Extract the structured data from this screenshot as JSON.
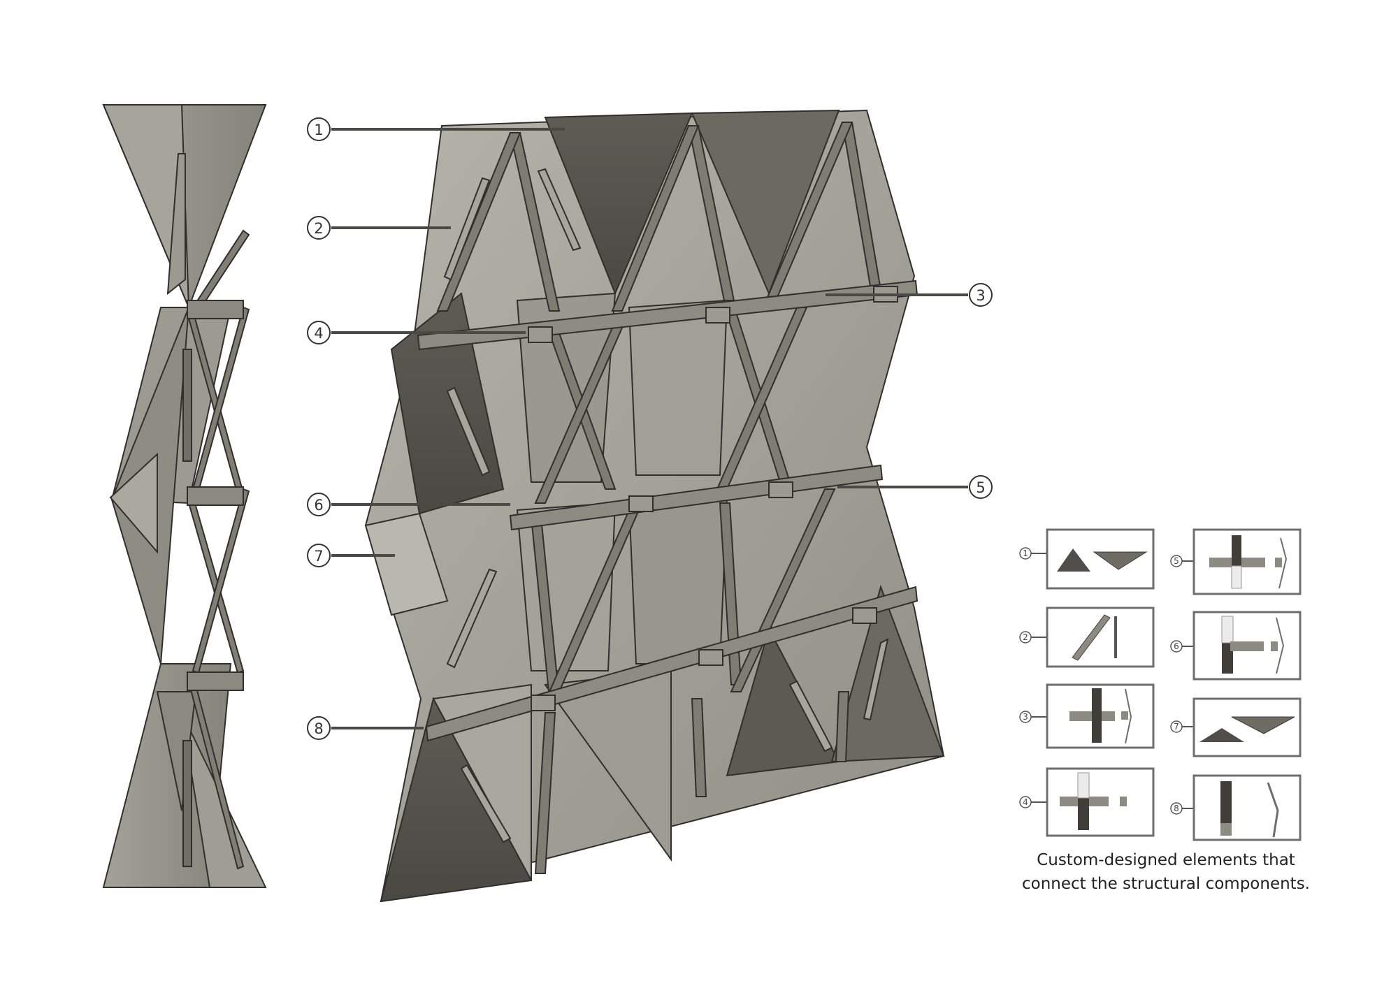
{
  "callouts": [
    {
      "id": "1",
      "label": "1"
    },
    {
      "id": "2",
      "label": "2"
    },
    {
      "id": "3",
      "label": "3"
    },
    {
      "id": "4",
      "label": "4"
    },
    {
      "id": "5",
      "label": "5"
    },
    {
      "id": "6",
      "label": "6"
    },
    {
      "id": "7",
      "label": "7"
    },
    {
      "id": "8",
      "label": "8"
    }
  ],
  "legend": [
    {
      "number": "1",
      "shape": "panel-triangles"
    },
    {
      "number": "2",
      "shape": "diagonal-strut"
    },
    {
      "number": "3",
      "shape": "connector-cross"
    },
    {
      "number": "4",
      "shape": "connector-cross-plate"
    },
    {
      "number": "5",
      "shape": "connector-cross"
    },
    {
      "number": "6",
      "shape": "connector-tee"
    },
    {
      "number": "7",
      "shape": "panel-triangles"
    },
    {
      "number": "8",
      "shape": "straight-bar"
    }
  ],
  "caption": {
    "line1": "Custom-designed elements that",
    "line2": "connect the structural components."
  },
  "colors": {
    "panel_light": "#a9a99f",
    "panel_mid": "#8b8b82",
    "panel_dark": "#55544d",
    "strut": "#7d7d74",
    "outline": "#2f2f2b",
    "box_border": "#6e6e6e"
  }
}
